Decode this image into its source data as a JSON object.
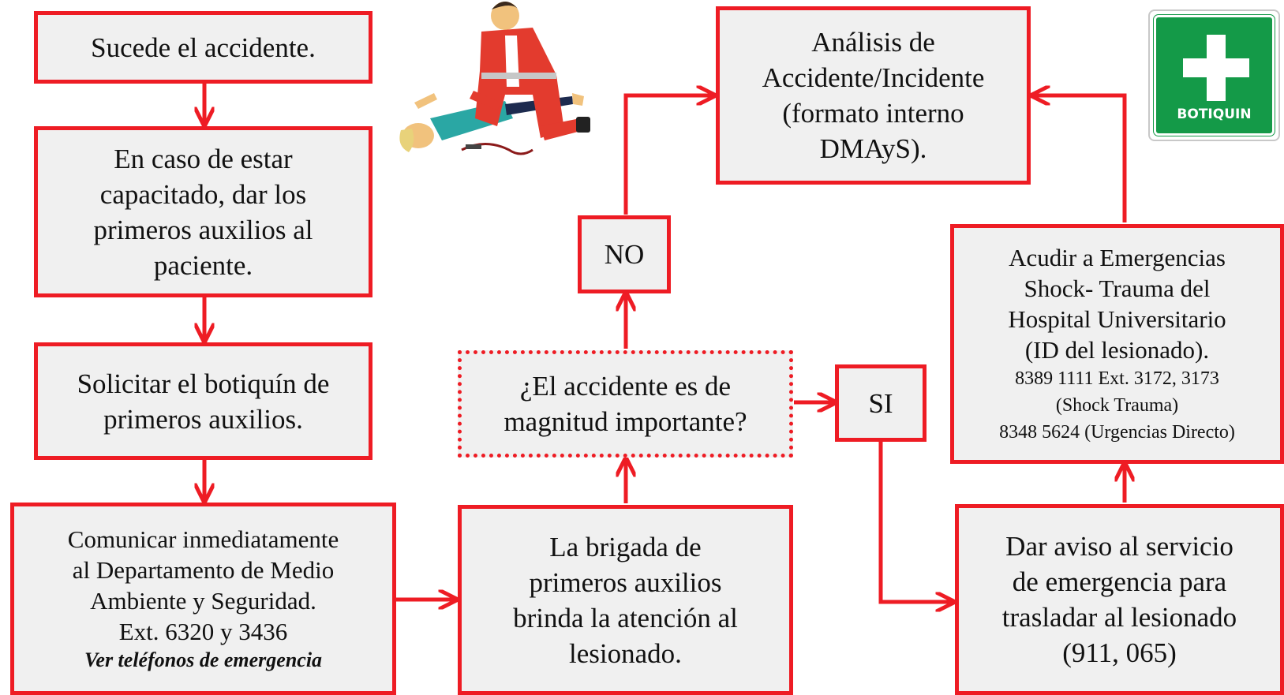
{
  "colors": {
    "accent": "#ee1c24",
    "box_fill": "#f0f0f0",
    "kit_green": "#149a48"
  },
  "nodes": {
    "accidente": "Sucede el accidente.",
    "primeros_auxilios": [
      "En caso de estar",
      "capacitado, dar los",
      "primeros auxilios al",
      "paciente."
    ],
    "solicitar": [
      "Solicitar el botiquín de",
      "primeros auxilios."
    ],
    "comunicar": [
      "Comunicar inmediatamente",
      "al Departamento de Medio",
      "Ambiente y Seguridad.",
      "Ext. 6320 y 3436"
    ],
    "comunicar_emphasis": "Ver teléfonos de emergencia",
    "brigada": [
      "La brigada de",
      "primeros auxilios",
      "brinda la atención al",
      "lesionado."
    ],
    "decision": [
      "¿El accidente es de",
      "magnitud importante?"
    ],
    "no": "NO",
    "si": "SI",
    "analisis": [
      "Análisis de",
      "Accidente/Incidente",
      "(formato interno",
      "DMAyS)."
    ],
    "emergencias": [
      "Acudir a Emergencias",
      "Shock- Trauma del",
      "Hospital Universitario",
      "(ID del lesionado)."
    ],
    "emergencias_phones": [
      "8389 1111 Ext. 3172, 3173",
      "(Shock Trauma)",
      "8348 5624 (Urgencias Directo)"
    ],
    "aviso": [
      "Dar aviso al servicio",
      "de emergencia para",
      "trasladar al lesionado",
      "(911, 065)"
    ]
  },
  "kit_sign": {
    "label": "BOTIQUIN",
    "icon": "first-aid-cross-icon"
  },
  "illustration": {
    "icon": "paramedic-assisting-patient-image"
  }
}
